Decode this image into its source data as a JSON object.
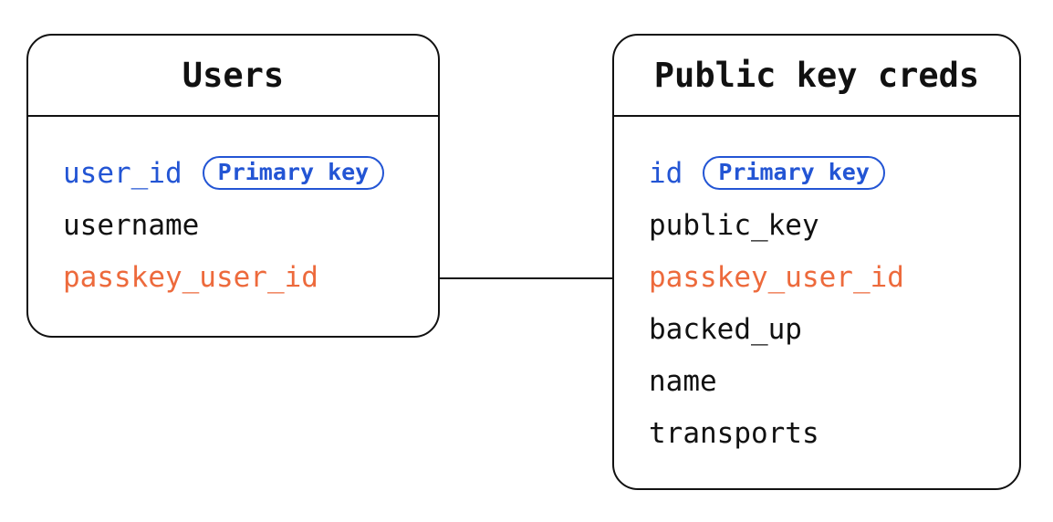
{
  "diagram": {
    "colors": {
      "ink": "#111111",
      "primary_key_blue": "#2355d4",
      "foreign_key_orange": "#ed6a3c",
      "background": "#ffffff"
    },
    "tables": [
      {
        "title": "Users",
        "fields": [
          {
            "name": "user_id",
            "color": "blue",
            "badge": "Primary key"
          },
          {
            "name": "username",
            "color": "ink"
          },
          {
            "name": "passkey_user_id",
            "color": "orange"
          }
        ]
      },
      {
        "title": "Public key creds",
        "fields": [
          {
            "name": "id",
            "color": "blue",
            "badge": "Primary key"
          },
          {
            "name": "public_key",
            "color": "ink"
          },
          {
            "name": "passkey_user_id",
            "color": "orange"
          },
          {
            "name": "backed_up",
            "color": "ink"
          },
          {
            "name": "name",
            "color": "ink"
          },
          {
            "name": "transports",
            "color": "ink"
          }
        ]
      }
    ],
    "connector": {
      "from_table": "Users",
      "from_field": "passkey_user_id",
      "to_table": "Public key creds",
      "to_field": "passkey_user_id"
    }
  }
}
